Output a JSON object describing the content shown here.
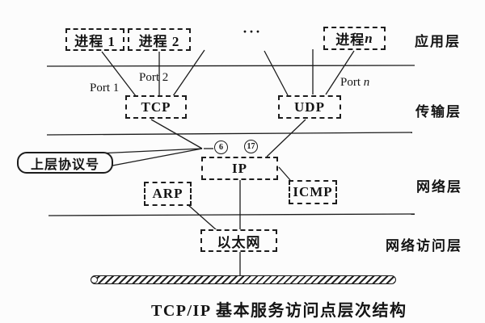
{
  "diagram": {
    "caption": "TCP/IP 基本服务访问点层次结构",
    "layers": {
      "application": "应用层",
      "transport": "传输层",
      "network": "网络层",
      "network_access": "网络访问层"
    },
    "application_layer": {
      "process1": "进程 1",
      "process2": "进程 2",
      "process_n_prefix": "进程 ",
      "process_n_suffix": "n",
      "ellipsis": "···"
    },
    "transport_layer": {
      "tcp": "TCP",
      "udp": "UDP",
      "port1": "Port 1",
      "port2": "Port 2",
      "port_n_prefix": "Port ",
      "port_n_suffix": "n"
    },
    "network_layer": {
      "ip": "IP",
      "arp": "ARP",
      "icmp": "ICMP",
      "tcp_protocol_number": "6",
      "udp_protocol_number": "17",
      "callout": "上层协议号"
    },
    "network_access_layer": {
      "ethernet": "以太网"
    }
  },
  "colors": {
    "ink": "#1c1c1c",
    "background": "#fcfcfc"
  }
}
